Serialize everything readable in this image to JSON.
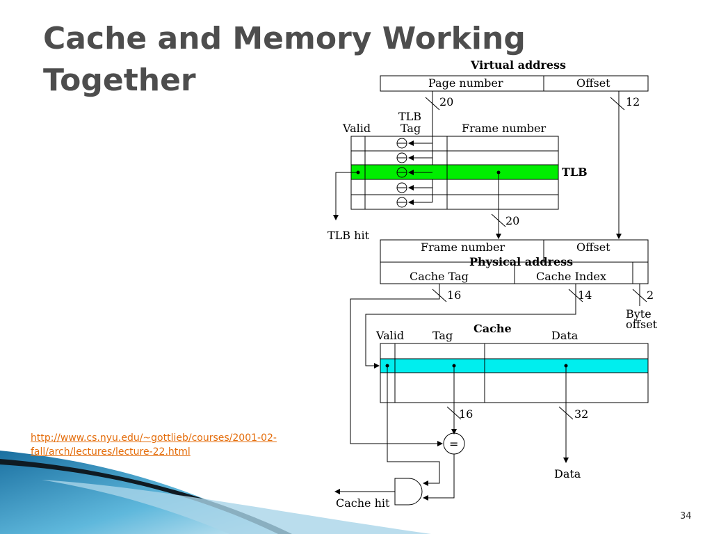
{
  "slide": {
    "title_line1": "Cache and Memory Working",
    "title_line2": "Together",
    "link_line1": "http://www.cs.nyu.edu/~gottlieb/courses/2001-02-",
    "link_line2": "fall/arch/lectures/lecture-22.html",
    "slide_number": "34"
  },
  "diagram": {
    "virtual_address": "Virtual address",
    "page_number": "Page number",
    "offset": "Offset",
    "vbits_page": "20",
    "vbits_offset": "12",
    "tlb_header_tlb": "TLB",
    "tlb_header_valid": "Valid",
    "tlb_header_tag": "Tag",
    "tlb_header_frame": "Frame number",
    "tlb_label": "TLB",
    "frame_bits": "20",
    "tlb_hit": "TLB hit",
    "pa_frame_number": "Frame number",
    "pa_offset": "Offset",
    "physical_address": "Physical address",
    "cache_tag": "Cache Tag",
    "cache_index": "Cache Index",
    "bits_tag": "16",
    "bits_index": "14",
    "bits_byte": "2",
    "byte_offset_1": "Byte",
    "byte_offset_2": "offset",
    "cache_label": "Cache",
    "cache_valid": "Valid",
    "cache_tag_col": "Tag",
    "cache_data_col": "Data",
    "out_tag_bits": "16",
    "out_data_bits": "32",
    "compare_symbol": "=",
    "data_out": "Data",
    "cache_hit": "Cache hit",
    "colors": {
      "tlb_highlight": "#00ee00",
      "cache_highlight": "#00eeee",
      "link": "#e46c0a"
    }
  }
}
